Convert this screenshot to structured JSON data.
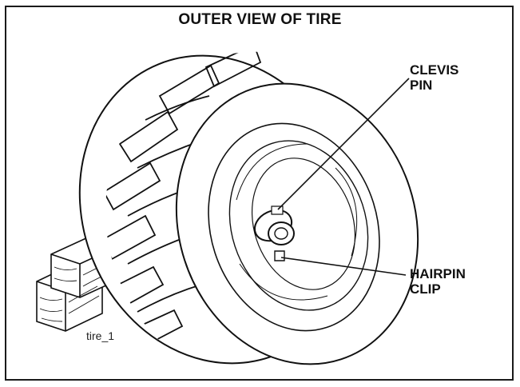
{
  "title": "OUTER VIEW OF TIRE",
  "callouts": {
    "clevis_pin": [
      "CLEVIS",
      "PIN"
    ],
    "hairpin_clip": [
      "HAIRPIN",
      "CLIP"
    ]
  },
  "caption": "tire_1",
  "colors": {
    "ink": "#111111",
    "background": "#ffffff"
  }
}
